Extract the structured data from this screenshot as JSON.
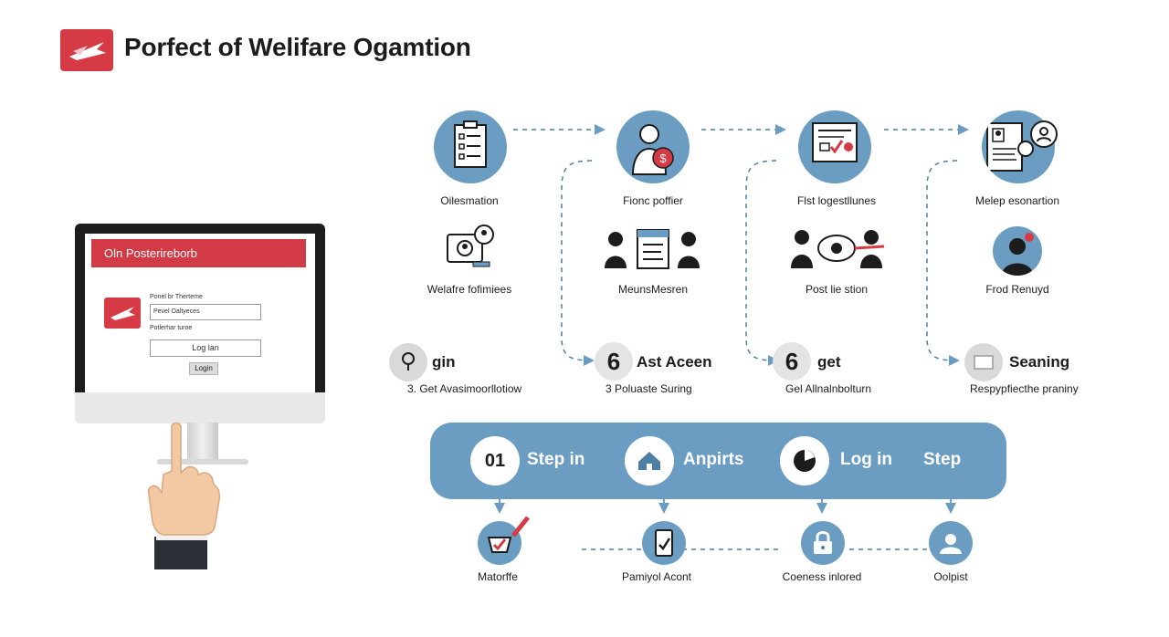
{
  "header": {
    "title": "Porfect of Welifare Ogamtion"
  },
  "monitor": {
    "portal_title": "Oln Posterireborb",
    "label1": "Ponel br Therteme",
    "input1": "Pevel Oaltyeces",
    "label2": "Potlerhar turoe",
    "input2": "Log lan",
    "button": "Login"
  },
  "flow": {
    "top_captions": [
      "Oilesmation",
      "Fionc poffier",
      "Flst logestllunes",
      "Melep esonartion"
    ],
    "mid_captions": [
      "Welafre fofimiees",
      "MeunsMesren",
      "Post lie stion",
      "Frod Renuyd"
    ],
    "steps": [
      {
        "badge": "",
        "title": "gin",
        "sub": "3. Get Avasimoorllotiow"
      },
      {
        "badge": "6",
        "title": "Ast Aceen",
        "sub": "3 Poluaste Suring"
      },
      {
        "badge": "6",
        "title": "get",
        "sub": "Gel Allnalnbolturn"
      },
      {
        "badge": "",
        "title": "Seaning",
        "sub": "Respypfiecthe praniny"
      }
    ]
  },
  "band": {
    "items": [
      {
        "badge": "01",
        "label": "Step in"
      },
      {
        "badge": "",
        "label": "Anpirts"
      },
      {
        "badge": "",
        "label": "Log in"
      },
      {
        "badge": "",
        "label": "Step"
      }
    ]
  },
  "bottom": {
    "captions": [
      "Matorffe",
      "Pamiyol Acont",
      "Coeness inlored",
      "Oolpist"
    ]
  },
  "colors": {
    "accent_blue": "#6b9dc2",
    "brand_red": "#d63a45",
    "dark": "#1c1c1c"
  }
}
